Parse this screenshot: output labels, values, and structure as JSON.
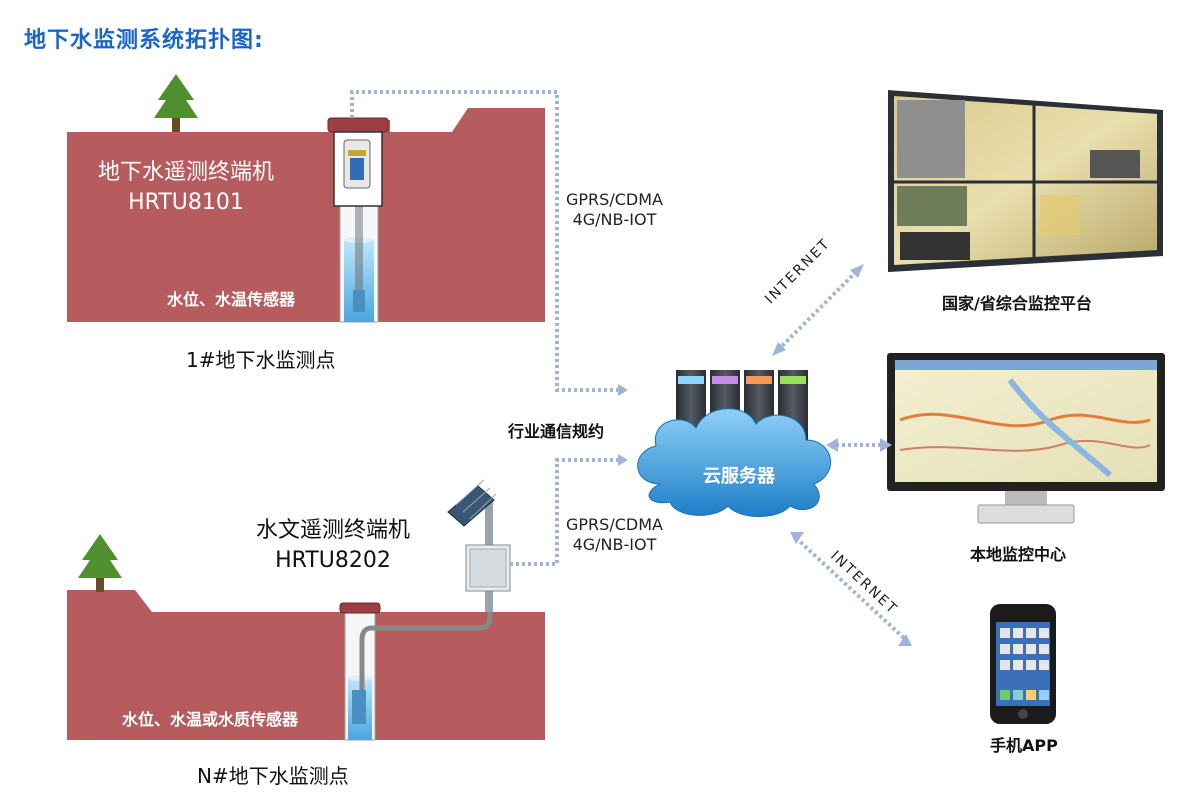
{
  "title": "地下水监测系统拓扑图:",
  "site1": {
    "terminal_line1": "地下水遥测终端机",
    "terminal_line2": "HRTU8101",
    "sensor": "水位、水温传感器",
    "point_label": "1#地下水监测点"
  },
  "siteN": {
    "terminal_line1": "水文遥测终端机",
    "terminal_line2": "HRTU8202",
    "sensor": "水位、水温或水质传感器",
    "point_label": "N#地下水监测点"
  },
  "network": {
    "top_line1": "GPRS/CDMA",
    "top_line2": "4G/NB-IOT",
    "bottom_line1": "GPRS/CDMA",
    "bottom_line2": "4G/NB-IOT",
    "protocol": "行业通信规约",
    "internet_top": "INTERNET",
    "internet_bottom": "INTERNET"
  },
  "server": {
    "label": "云服务器"
  },
  "platforms": {
    "national": "国家/省综合监控平台",
    "local": "本地监控中心",
    "mobile": "手机APP"
  },
  "colors": {
    "ground": "#b65c5f",
    "title": "#1a66c8",
    "cloud": "#3d9ad9",
    "link": "#9fb4d8"
  }
}
